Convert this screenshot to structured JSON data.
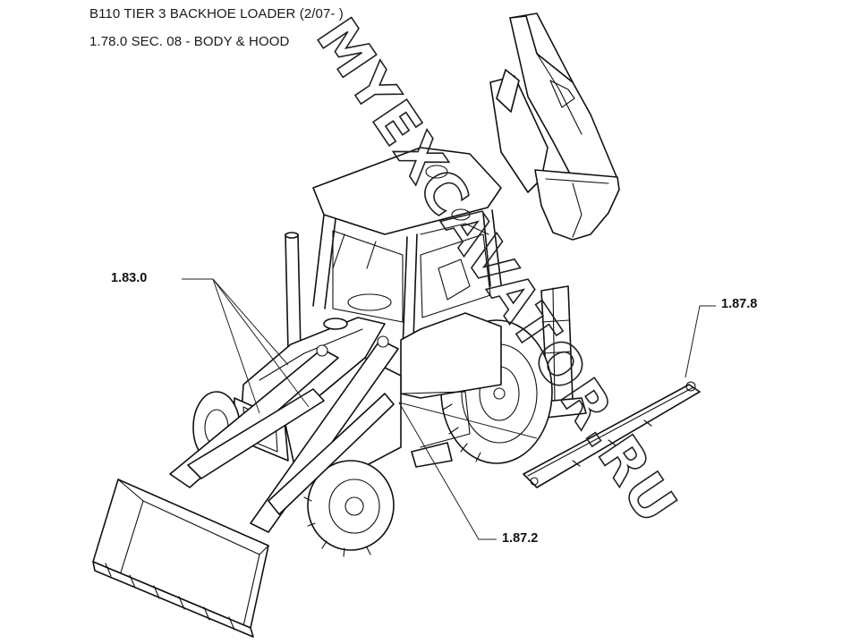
{
  "header": {
    "title": "B110 TIER 3 BACKHOE LOADER (2/07- )",
    "section": "1.78.0 SEC. 08 - BODY & HOOD"
  },
  "callouts": {
    "hood": "1.83.0",
    "rear_frame": "1.87.8",
    "front_frame": "1.87.2"
  },
  "watermark": {
    "text": "MYEXCAVATOR.RU"
  }
}
